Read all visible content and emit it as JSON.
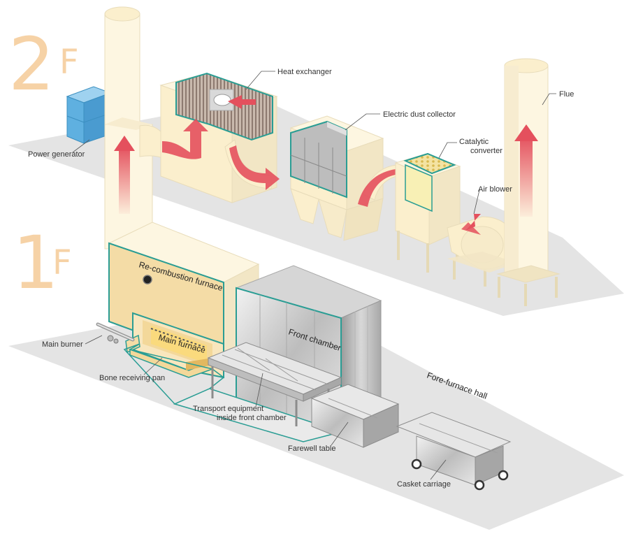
{
  "floors": {
    "upper": {
      "number": "2",
      "letter": "F"
    },
    "lower": {
      "number": "1",
      "letter": "F"
    }
  },
  "labels": {
    "heat_exchanger": "Heat exchanger",
    "electric_dust_collector": "Electric dust collector",
    "catalytic_converter_line1": "Catalytic",
    "catalytic_converter_line2": "converter",
    "air_blower": "Air blower",
    "flue": "Flue",
    "power_generator": "Power generator",
    "re_combustion_furnace": "Re-combustion furnace",
    "main_furnace": "Main furnace",
    "main_burner": "Main burner",
    "bone_receiving_pan": "Bone receiving pan",
    "front_chamber": "Front chamber",
    "fore_furnace_hall": "Fore-furnace hall",
    "transport_equipment_line1": "Transport equipment",
    "transport_equipment_line2": "inside front chamber",
    "farewell_table": "Farewell table",
    "casket_carriage": "Casket carriage"
  },
  "colors": {
    "structure": "#fdf6e1",
    "structure_shade": "#f0e5c6",
    "outline": "#2a9d94",
    "floor_plate": "#e3e3e3",
    "flow_arrow": "#e4505d",
    "furnace_wall": "#f4dca6",
    "generator": "#5fb0e0",
    "floor_number": "#f6d2a6",
    "steel": "#cfcfcf"
  }
}
